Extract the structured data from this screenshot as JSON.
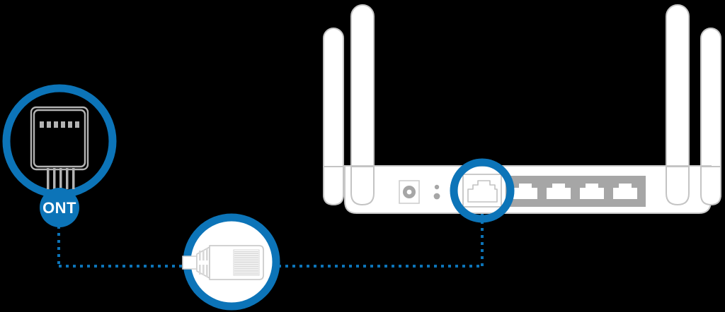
{
  "diagram": {
    "title": "ONT to router WAN port connection",
    "background_color": "#000000",
    "accent_color": "#0c74b8",
    "device_outline_color": "#b3b3b3",
    "device_fill_color": "#ffffff",
    "port_strip_color": "#a6a6a6"
  },
  "ont": {
    "badge_label": "ONT",
    "badge_text_color": "#ffffff",
    "badge_fill_color": "#0c74b8",
    "highlight_ring_color": "#0c74b8",
    "device_name": "ont-terminal-box",
    "port_count": 6,
    "cable_pin_count": 5
  },
  "router": {
    "device_name": "wireless-router",
    "antenna_count": 4,
    "power_jack_label": "power-jack",
    "button_count": 2,
    "wan_port_label": "wan-port",
    "wan_port_highlighted": true,
    "lan_port_count": 4
  },
  "connector": {
    "label": "rj45-connector",
    "highlight_ring_color": "#0c74b8",
    "circle_fill_color": "#ffffff",
    "rib_count": 5,
    "pin_line_count": 14
  },
  "cable": {
    "style": "dotted",
    "color": "#0c74b8",
    "width": 4
  }
}
